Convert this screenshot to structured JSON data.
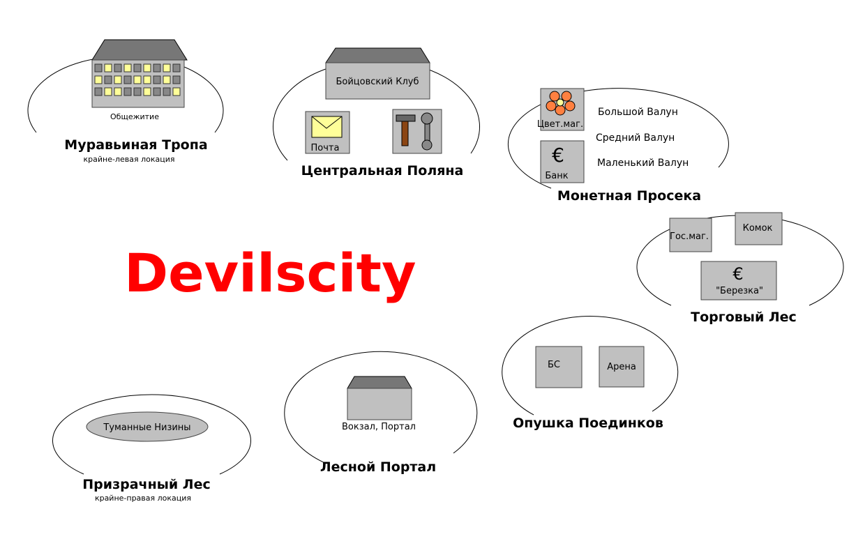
{
  "map": {
    "brand": "Devilscity",
    "brand_color": "#ff0000",
    "locations": {
      "ant_trail": {
        "title": "Муравьиная Тропа",
        "subtitle": "крайне-левая локация",
        "buildings": {
          "dormitory": "Общежитие"
        }
      },
      "central_glade": {
        "title": "Центральная Поляна",
        "buildings": {
          "fight_club": "Бойцовский Клуб",
          "post": "Почта"
        },
        "icons": [
          "envelope-icon",
          "tools-icon"
        ]
      },
      "coin_clearing": {
        "title": "Монетная Просека",
        "buildings": {
          "flower_shop": "Цвет.маг.",
          "bank": "Банк"
        },
        "labels": {
          "big_boulder": "Большой Валун",
          "medium_boulder": "Средний Валун",
          "small_boulder": "Маленький Валун"
        },
        "icons": [
          "flower-icon",
          "euro-icon"
        ]
      },
      "trade_forest": {
        "title": "Торговый Лес",
        "buildings": {
          "state_shop": "Гос.маг.",
          "komok": "Комок",
          "berezka": "\"Березка\""
        },
        "icons": [
          "euro-icon"
        ]
      },
      "duel_edge": {
        "title": "Опушка Поединков",
        "buildings": {
          "bs": "БС",
          "arena": "Арена"
        }
      },
      "forest_portal": {
        "title": "Лесной Портал",
        "buildings": {
          "station": "Вокзал, Портал"
        }
      },
      "ghost_forest": {
        "title": "Призрачный Лес",
        "subtitle": "крайне-правая локация",
        "buildings": {
          "misty_lowlands": "Туманные Низины"
        }
      }
    },
    "colors": {
      "building_fill": "#c0c0c0",
      "roof": "#777777",
      "window_lit": "#ffff99",
      "window_dark": "#888888",
      "envelope": "#ffff99",
      "flower": "#ff8040"
    }
  }
}
